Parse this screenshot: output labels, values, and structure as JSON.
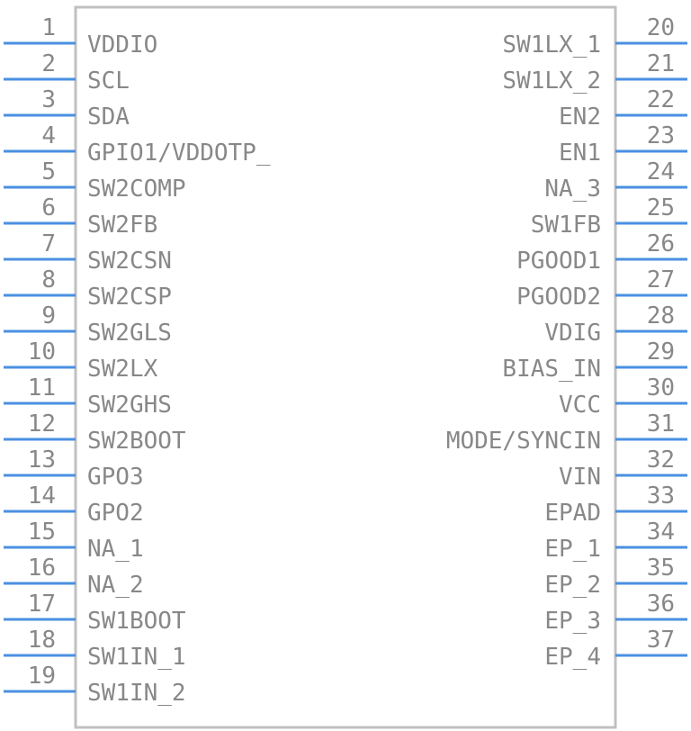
{
  "component": {
    "body_color": "#c0c0c0",
    "pin_color": "#4a90e2",
    "text_color": "#888888",
    "left_pins": [
      {
        "number": "1",
        "label": "VDDIO"
      },
      {
        "number": "2",
        "label": "SCL"
      },
      {
        "number": "3",
        "label": "SDA"
      },
      {
        "number": "4",
        "label": "GPIO1/VDDOTP_"
      },
      {
        "number": "5",
        "label": "SW2COMP"
      },
      {
        "number": "6",
        "label": "SW2FB"
      },
      {
        "number": "7",
        "label": "SW2CSN"
      },
      {
        "number": "8",
        "label": "SW2CSP"
      },
      {
        "number": "9",
        "label": "SW2GLS"
      },
      {
        "number": "10",
        "label": "SW2LX"
      },
      {
        "number": "11",
        "label": "SW2GHS"
      },
      {
        "number": "12",
        "label": "SW2BOOT"
      },
      {
        "number": "13",
        "label": "GPO3"
      },
      {
        "number": "14",
        "label": "GPO2"
      },
      {
        "number": "15",
        "label": "NA_1"
      },
      {
        "number": "16",
        "label": "NA_2"
      },
      {
        "number": "17",
        "label": "SW1BOOT"
      },
      {
        "number": "18",
        "label": "SW1IN_1"
      },
      {
        "number": "19",
        "label": "SW1IN_2"
      }
    ],
    "right_pins": [
      {
        "number": "20",
        "label": "SW1LX_1"
      },
      {
        "number": "21",
        "label": "SW1LX_2"
      },
      {
        "number": "22",
        "label": "EN2"
      },
      {
        "number": "23",
        "label": "EN1"
      },
      {
        "number": "24",
        "label": "NA_3"
      },
      {
        "number": "25",
        "label": "SW1FB"
      },
      {
        "number": "26",
        "label": "PGOOD1"
      },
      {
        "number": "27",
        "label": "PGOOD2"
      },
      {
        "number": "28",
        "label": "VDIG"
      },
      {
        "number": "29",
        "label": "BIAS_IN"
      },
      {
        "number": "30",
        "label": "VCC"
      },
      {
        "number": "31",
        "label": "MODE/SYNCIN"
      },
      {
        "number": "32",
        "label": "VIN"
      },
      {
        "number": "33",
        "label": "EPAD"
      },
      {
        "number": "34",
        "label": "EP_1"
      },
      {
        "number": "35",
        "label": "EP_2"
      },
      {
        "number": "36",
        "label": "EP_3"
      },
      {
        "number": "37",
        "label": "EP_4"
      }
    ]
  }
}
